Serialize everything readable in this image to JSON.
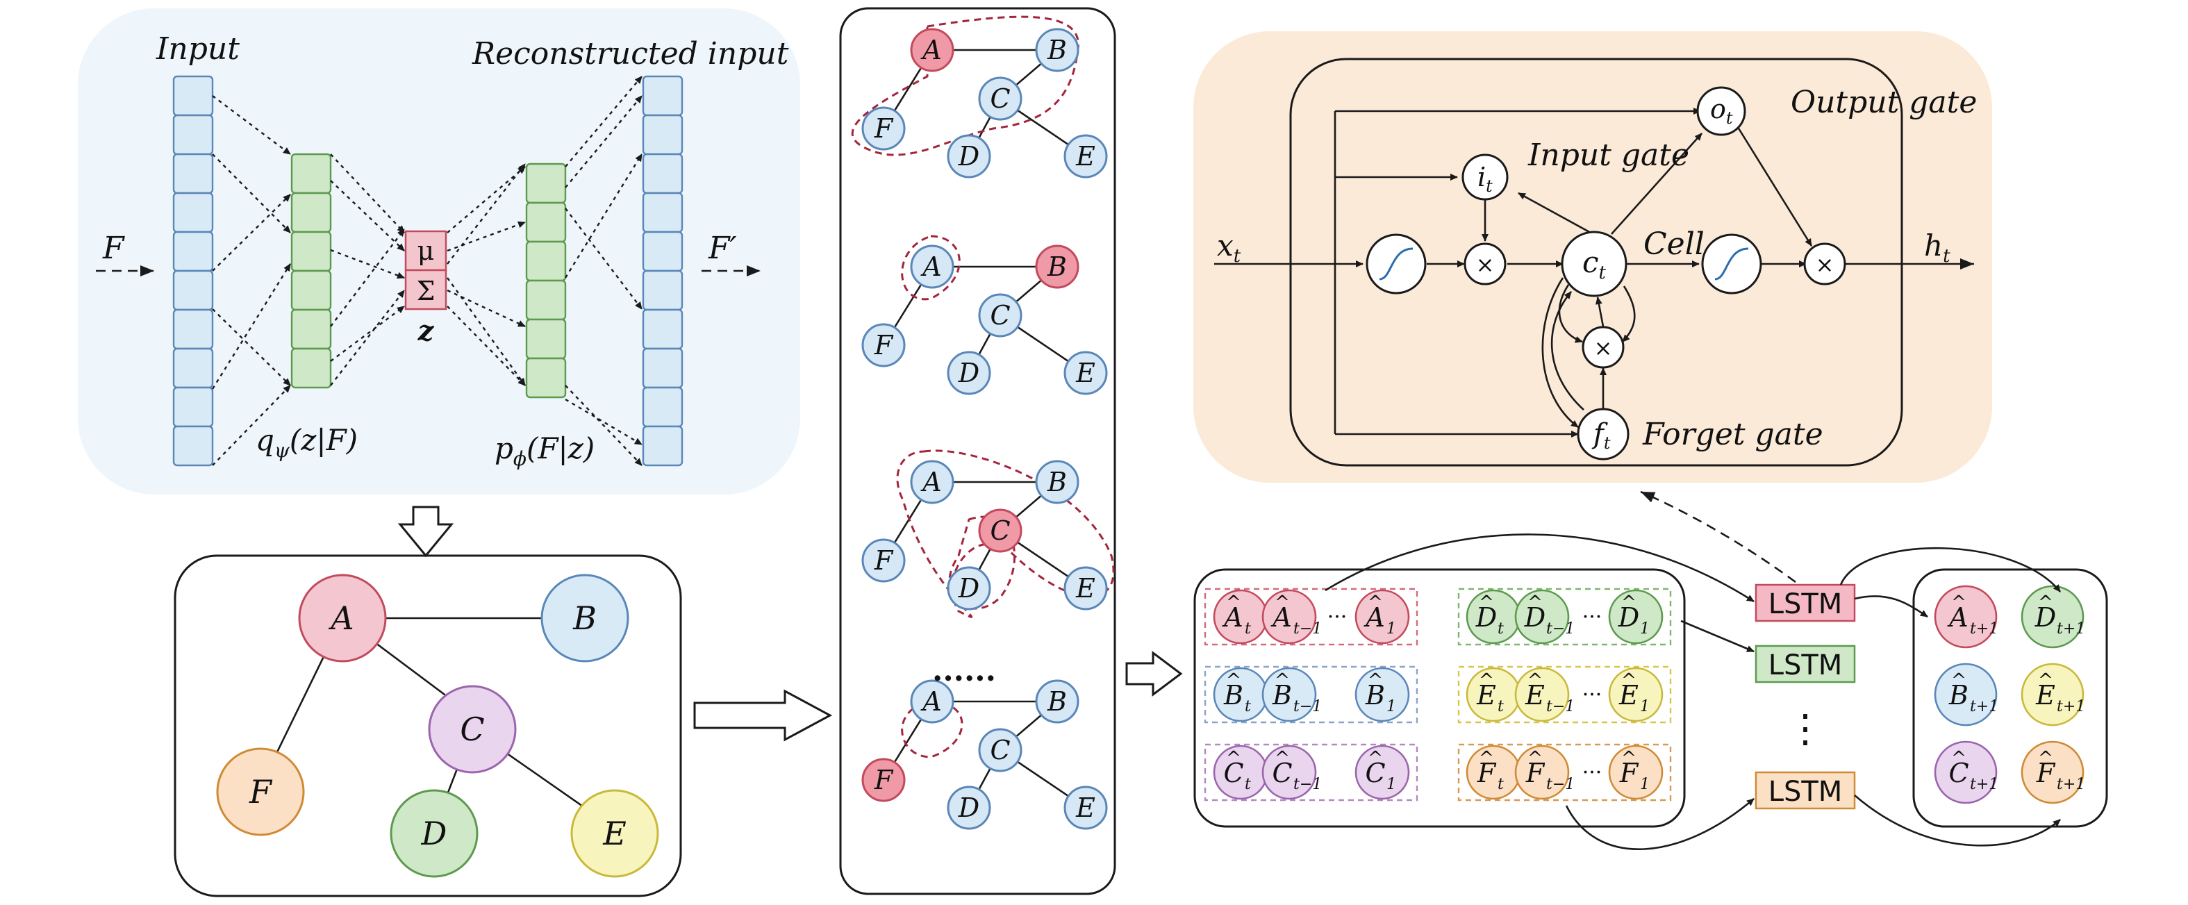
{
  "vae": {
    "input_label": "Input",
    "reconstructed_label": "Reconstructed input",
    "f_in": "F",
    "f_out": "F′",
    "mu": "μ",
    "sigma": "Σ",
    "z": "z",
    "encoder_q": "q",
    "encoder_q_sub": "ψ",
    "encoder_arg": "(z|F)",
    "decoder_p": "p",
    "decoder_p_sub": "ϕ",
    "decoder_arg": "(F|z)"
  },
  "graph": {
    "nodes": {
      "A": "A",
      "B": "B",
      "C": "C",
      "D": "D",
      "E": "E",
      "F": "F"
    },
    "colors": {
      "A": "#f4c6cf",
      "B": "#d9eaf7",
      "C": "#e9d5ee",
      "D": "#cfe8c8",
      "E": "#f8f4bd",
      "F": "#fbe0c6",
      "red": "#ef9aa6",
      "blue": "#d6e8f6"
    }
  },
  "walks": {
    "ellipsis": "......"
  },
  "lstm_cell": {
    "output_gate": "Output gate",
    "input_gate": "Input gate",
    "forget_gate": "Forget gate",
    "cell": "Cell",
    "x": "x",
    "x_sub": "t",
    "h": "h",
    "h_sub": "t",
    "i": "i",
    "i_sub": "t",
    "o": "o",
    "o_sub": "t",
    "c": "c",
    "c_sub": "t",
    "f": "f",
    "f_sub": "t",
    "times": "×"
  },
  "sequences": {
    "dots": "···",
    "hat": "^",
    "sub_t": "t",
    "sub_tm1": "t−1",
    "sub_1": "1",
    "sub_tp1": "t+1",
    "rows_left": [
      "A",
      "B",
      "C"
    ],
    "rows_right": [
      "D",
      "E",
      "F"
    ]
  },
  "lstm_units": [
    "LSTM",
    "LSTM",
    "LSTM"
  ],
  "lstm_vdots": "⋮"
}
